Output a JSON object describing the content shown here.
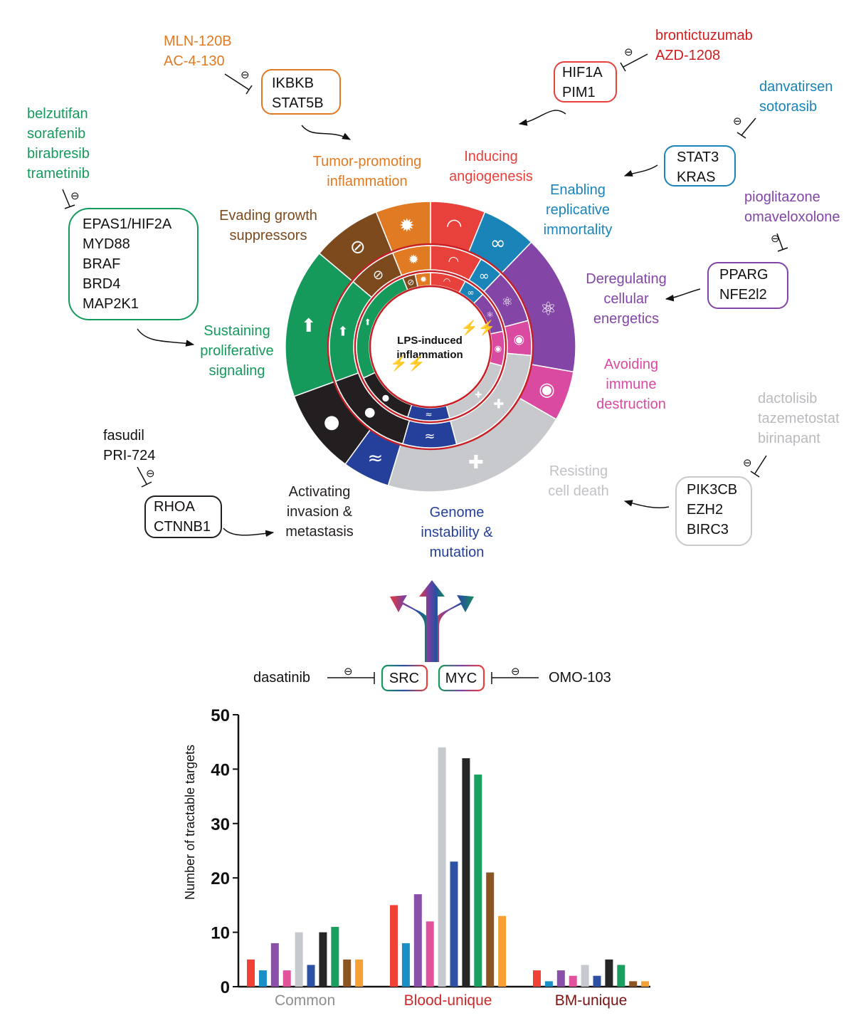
{
  "center_label": [
    "LPS-induced",
    "inflammation"
  ],
  "colors": {
    "angiogenesis": "#e8413c",
    "immortality": "#1a83b8",
    "energetics": "#8346a6",
    "immune": "#d94aa0",
    "cell_death": "#c8c9cc",
    "genome": "#25409a",
    "invasion": "#231f20",
    "proliferative": "#159a5b",
    "growth_suppressors": "#7d4a1e",
    "inflammation": "#e07a23"
  },
  "hallmarks": {
    "angiogenesis": [
      "Inducing",
      "angiogenesis"
    ],
    "immortality": [
      "Enabling",
      "replicative",
      "immortality"
    ],
    "energetics": [
      "Deregulating",
      "cellular",
      "energetics"
    ],
    "immune": [
      "Avoiding",
      "immune",
      "destruction"
    ],
    "cell_death": [
      "Resisting",
      "cell death"
    ],
    "genome": [
      "Genome",
      "instability &",
      "mutation"
    ],
    "invasion": [
      "Activating",
      "invasion &",
      "metastasis"
    ],
    "proliferative": [
      "Sustaining",
      "proliferative",
      "signaling"
    ],
    "growth_suppressors": [
      "Evading growth",
      "suppressors"
    ],
    "inflammation": [
      "Tumor-promoting",
      "inflammation"
    ]
  },
  "target_groups": {
    "inflammation": {
      "genes": [
        "IKBKB",
        "STAT5B"
      ],
      "drugs": [
        "MLN-120B",
        "AC-4-130"
      ]
    },
    "angiogenesis": {
      "genes": [
        "HIF1A",
        "PIM1"
      ],
      "drugs": [
        "brontictuzumab",
        "AZD-1208"
      ]
    },
    "immortality": {
      "genes": [
        "STAT3",
        "KRAS"
      ],
      "drugs": [
        "danvatirsen",
        "sotorasib"
      ]
    },
    "energetics": {
      "genes": [
        "PPARG",
        "NFE2l2"
      ],
      "drugs": [
        "pioglitazone",
        "omaveloxolone"
      ]
    },
    "proliferative": {
      "genes": [
        "EPAS1/HIF2A",
        "MYD88",
        "BRAF",
        "BRD4",
        "MAP2K1"
      ],
      "drugs": [
        "belzutifan",
        "sorafenib",
        "birabresib",
        "trametinib"
      ]
    },
    "invasion": {
      "genes": [
        "RHOA",
        "CTNNB1"
      ],
      "drugs": [
        "fasudil",
        "PRI-724"
      ]
    },
    "cell_death": {
      "genes": [
        "PIK3CB",
        "EZH2",
        "BIRC3"
      ],
      "drugs": [
        "dactolisib",
        "tazemetostat",
        "birinapant"
      ]
    }
  },
  "inhibit_symbol": "⊖",
  "hubs": {
    "left_gene": "SRC",
    "left_drug": "dasatinib",
    "right_gene": "MYC",
    "right_drug": "OMO-103"
  },
  "chart_data": {
    "type": "bar",
    "ylabel": "Number of tractable targets",
    "ylim": [
      0,
      50
    ],
    "yticks": [
      0,
      10,
      20,
      30,
      40,
      50
    ],
    "categories": [
      "Common",
      "Blood-unique",
      "BM-unique"
    ],
    "category_colors": [
      "#8f8f8f",
      "#cc2a2a",
      "#7a1414"
    ],
    "series": [
      {
        "color": "#ef4135",
        "values": [
          5,
          15,
          3
        ]
      },
      {
        "color": "#1a8fc6",
        "values": [
          3,
          8,
          1
        ]
      },
      {
        "color": "#8a4fa8",
        "values": [
          8,
          17,
          3
        ]
      },
      {
        "color": "#e0529c",
        "values": [
          3,
          12,
          2
        ]
      },
      {
        "color": "#c6c9cd",
        "values": [
          10,
          44,
          4
        ]
      },
      {
        "color": "#2d51a3",
        "values": [
          4,
          23,
          2
        ]
      },
      {
        "color": "#262626",
        "values": [
          10,
          42,
          5
        ]
      },
      {
        "color": "#19a060",
        "values": [
          11,
          39,
          4
        ]
      },
      {
        "color": "#8a5523",
        "values": [
          5,
          21,
          1
        ]
      },
      {
        "color": "#f7a035",
        "values": [
          5,
          13,
          1
        ]
      }
    ]
  }
}
